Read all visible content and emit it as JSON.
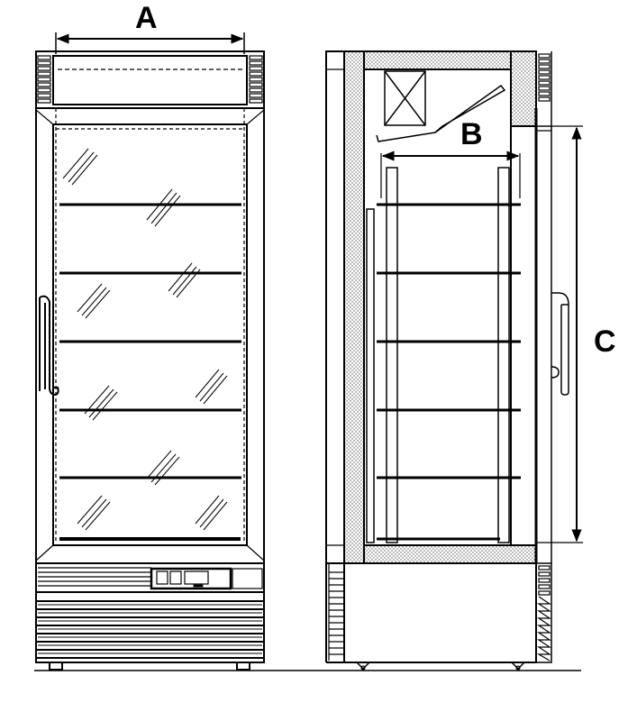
{
  "diagram": {
    "title": "Upright glass-door refrigerator dimension drawing",
    "views": [
      "front-view",
      "side-section-view"
    ],
    "dimension_labels": {
      "a": "A",
      "b": "B",
      "c": "C"
    },
    "front_view": {
      "shelf_count": 5,
      "has_glass_door": true,
      "has_control_panel": true,
      "has_door_handle": true,
      "kick_grille_slats": 8
    },
    "side_view": {
      "shelf_count": 5,
      "insulation": "dotted",
      "has_evaporator": true,
      "has_door_handle": true
    },
    "colors": {
      "line": "#000000",
      "background": "#ffffff",
      "insulation_fill": "#d8d8d8"
    }
  }
}
